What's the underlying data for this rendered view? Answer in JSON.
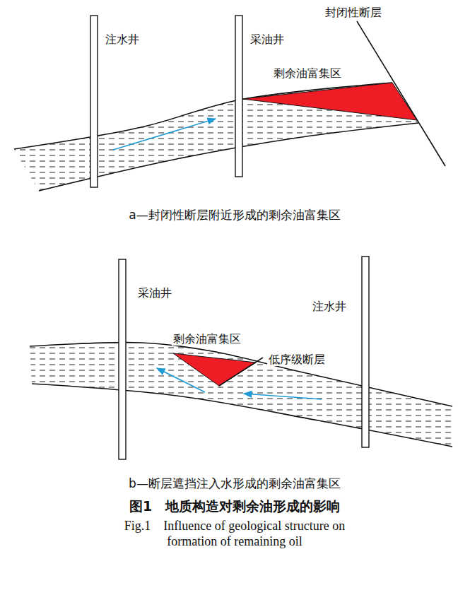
{
  "diagram": {
    "caption": "图1　地质构造对剩余油形成的影响",
    "labels": [
      "注水井",
      "采油井",
      "封闭性断层",
      "剩余油富集区",
      "a—封闭性断层附近形成的剩余油富集区",
      "采油井",
      "注水井",
      "剩余油富集区",
      "低序级断层",
      "b—断层遮挡注入水形成的剩余油富集区",
      "Fig.1　Influence of geological structure on formation of remaining oil"
    ]
  }
}
